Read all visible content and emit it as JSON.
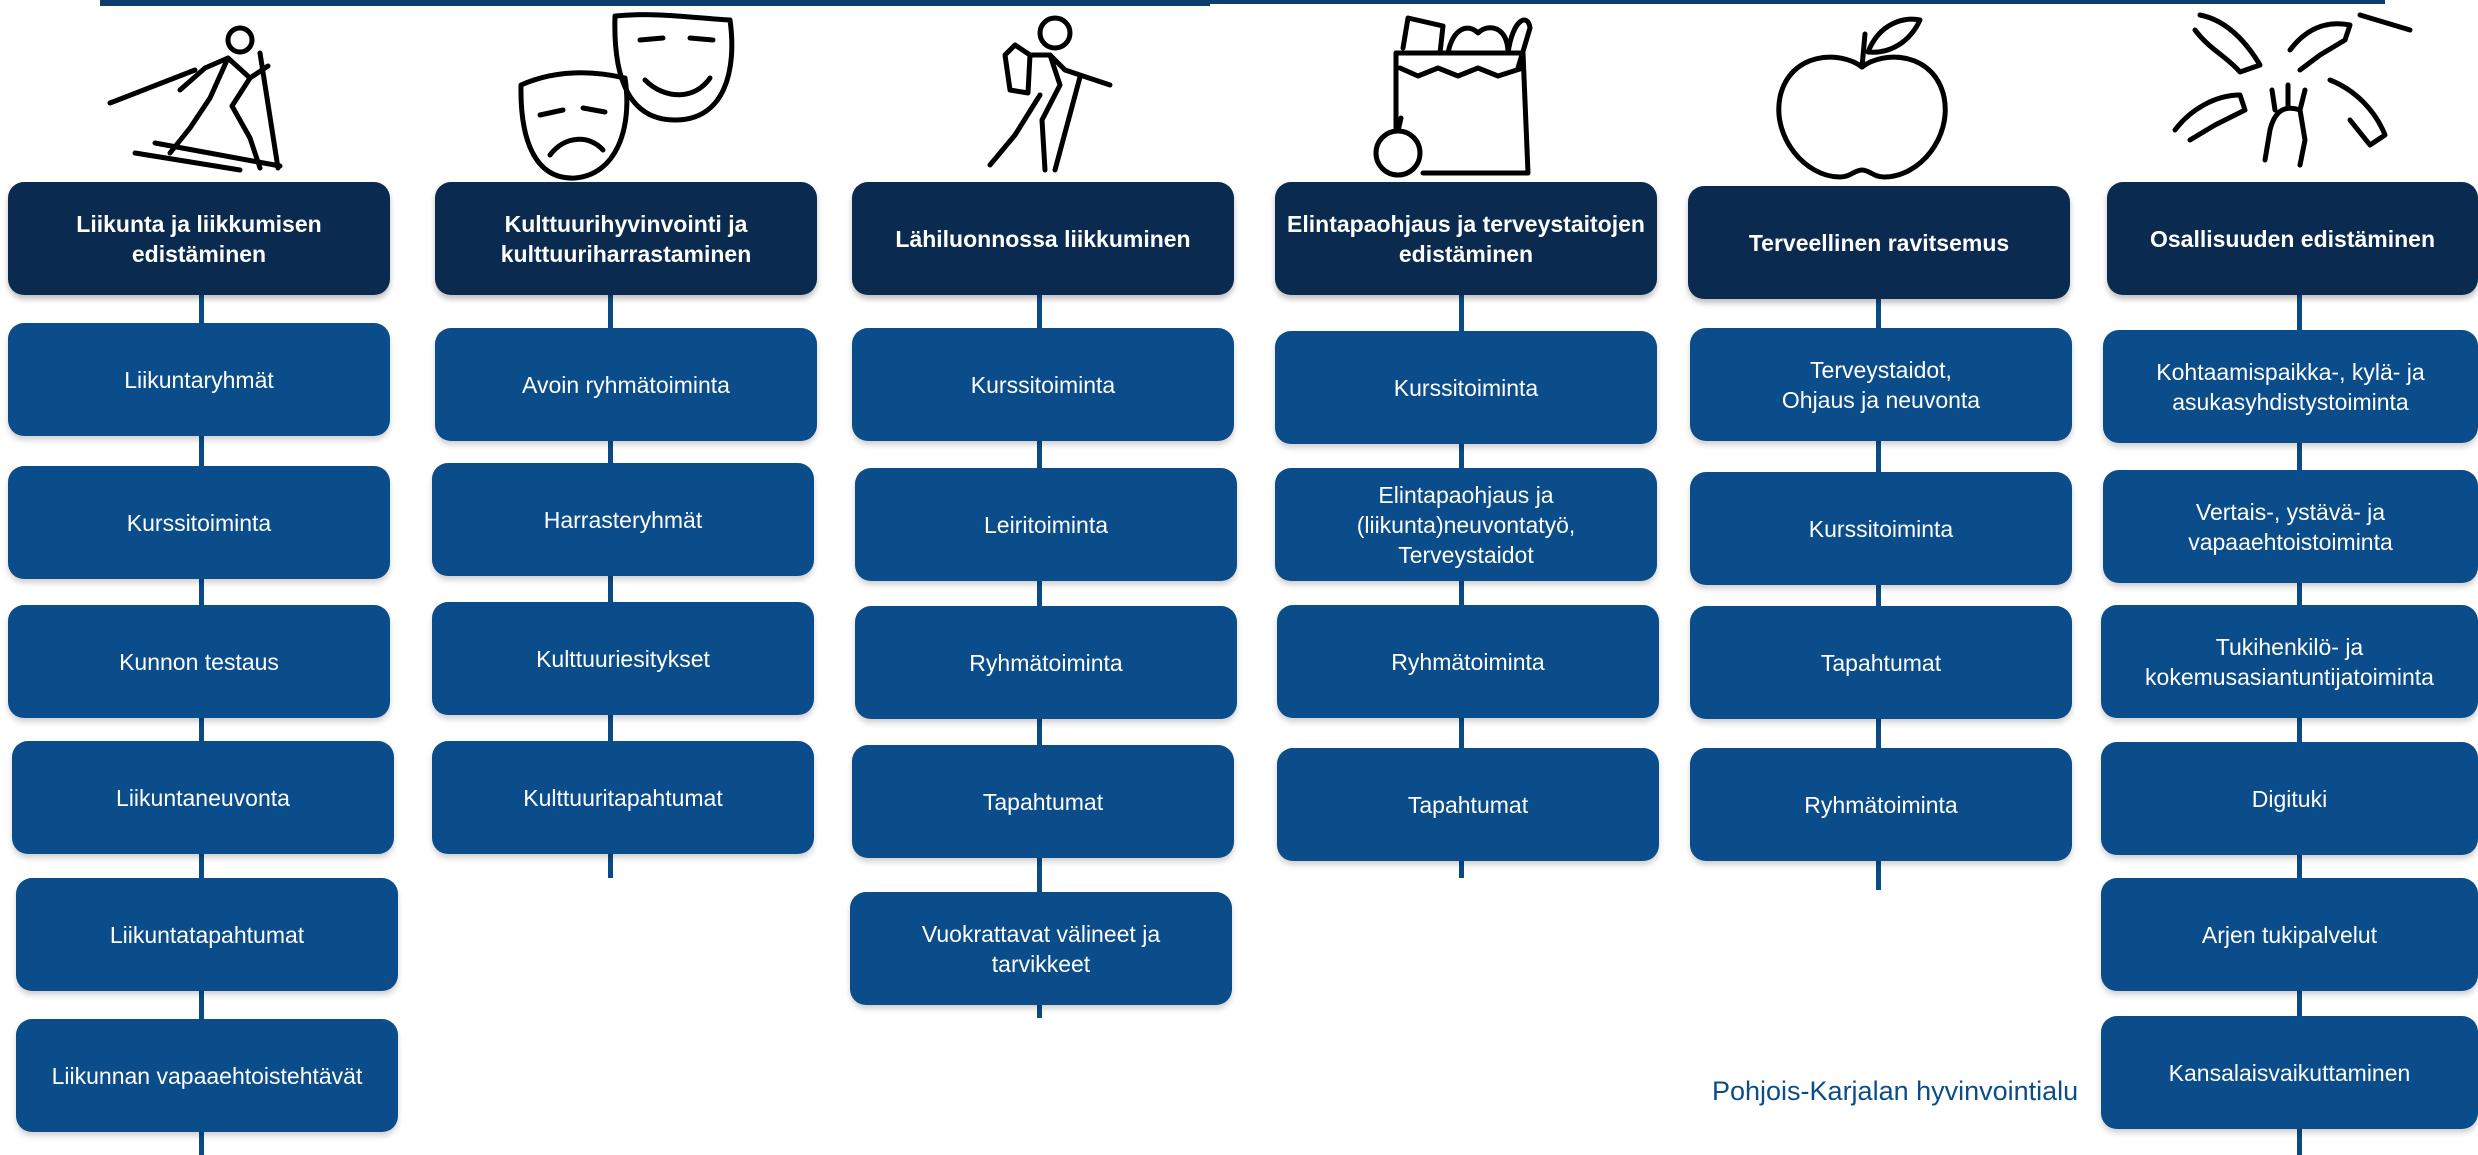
{
  "columns": [
    {
      "icon": "skier-icon",
      "header": "Liikunta ja liikkumisen\nedistäminen",
      "items": [
        "Liikuntaryhmät",
        "Kurssitoiminta",
        "Kunnon testaus",
        "Liikuntaneuvonta",
        "Liikuntatapahtumat",
        "Liikunnan vapaaehtoistehtävät"
      ]
    },
    {
      "icon": "theatre-masks-icon",
      "header": "Kulttuurihyvinvointi ja\nkulttuuriharrastaminen",
      "items": [
        "Avoin ryhmätoiminta",
        "Harrasteryhmät",
        "Kulttuuriesitykset",
        "Kulttuuritapahtumat"
      ]
    },
    {
      "icon": "hiker-icon",
      "header": "Lähiluonnossa liikkuminen",
      "items": [
        "Kurssitoiminta",
        "Leiritoiminta",
        "Ryhmätoiminta",
        "Tapahtumat",
        "Vuokrattavat välineet ja\ntarvikkeet"
      ]
    },
    {
      "icon": "grocery-bag-icon",
      "header": "Elintapaohjaus ja terveystaitojen\nedistäminen",
      "items": [
        "Kurssitoiminta",
        "Elintapaohjaus ja\n(liikunta)neuvontatyö,\nTerveystaidot",
        "Ryhmätoiminta",
        "Tapahtumat"
      ]
    },
    {
      "icon": "apple-icon",
      "header": "Terveellinen ravitsemus",
      "items": [
        "Terveystaidot,\nOhjaus ja neuvonta",
        "Kurssitoiminta",
        "Tapahtumat",
        "Ryhmätoiminta"
      ]
    },
    {
      "icon": "helping-hands-icon",
      "header": "Osallisuuden edistäminen",
      "items": [
        "Kohtaamispaikka-, kylä- ja\nasukasyhdistystoiminta",
        "Vertais-, ystävä- ja\nvapaaehtoistoiminta",
        "Tukihenkilö- ja\nkokemusasiantuntijatoiminta",
        "Digituki",
        "Arjen tukipalvelut",
        "Kansalaisvaikuttaminen"
      ]
    }
  ],
  "footer": "Pohjois-Karjalan hyvinvointialu"
}
